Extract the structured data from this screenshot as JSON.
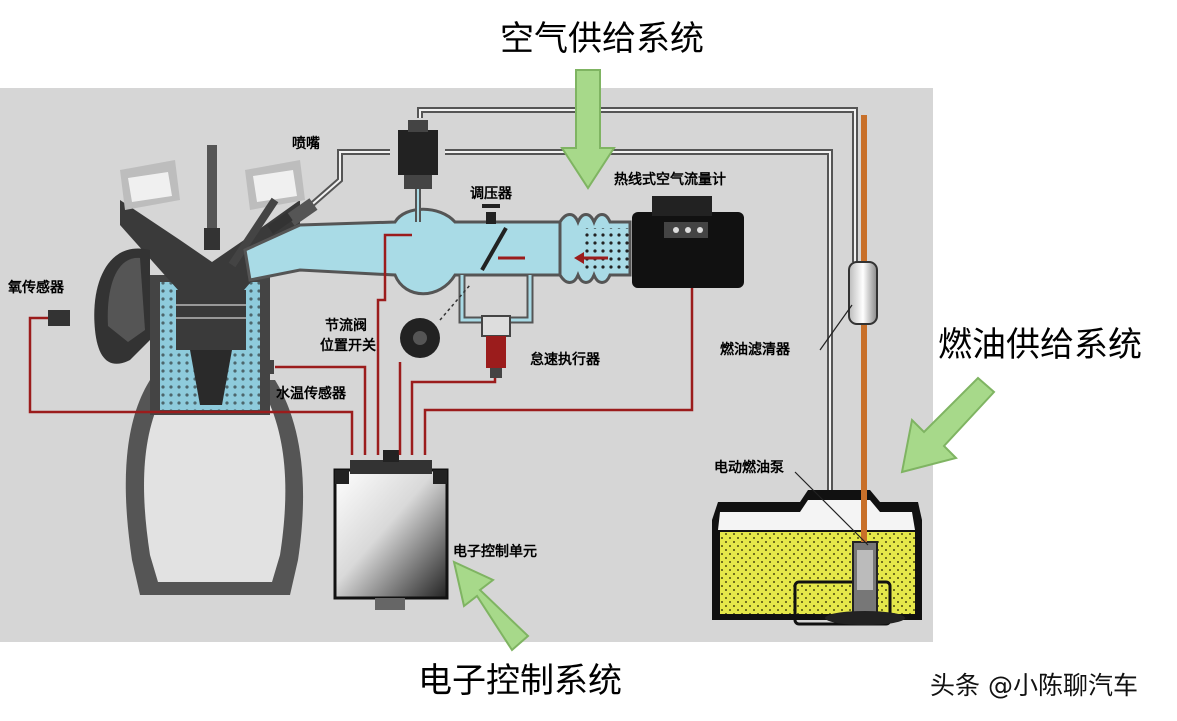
{
  "systems": {
    "air_supply": "空气供给系统",
    "fuel_supply": "燃油供给系统",
    "electronic_control": "电子控制系统"
  },
  "components": {
    "injector": "喷嘴",
    "pressure_regulator": "调压器",
    "hot_wire_air_flow_meter": "热线式空气流量计",
    "oxygen_sensor": "氧传感器",
    "throttle_position_switch_line1": "节流阀",
    "throttle_position_switch_line2": "位置开关",
    "idle_actuator": "怠速执行器",
    "coolant_temp_sensor": "水温传感器",
    "fuel_filter": "燃油滤清器",
    "electric_fuel_pump": "电动燃油泵",
    "ecu": "电子控制单元"
  },
  "watermark": "头条 @小陈聊汽车",
  "colors": {
    "panel_bg": "#d6d6d6",
    "intake_blue": "#a9dbe6",
    "signal_wire_red": "#9b1c1c",
    "fuel_line_orange": "#c8702a",
    "fuel_yellow": "#e5e84a",
    "arrow_green": "#a7d98a",
    "arrow_green_edge": "#7fb462"
  }
}
